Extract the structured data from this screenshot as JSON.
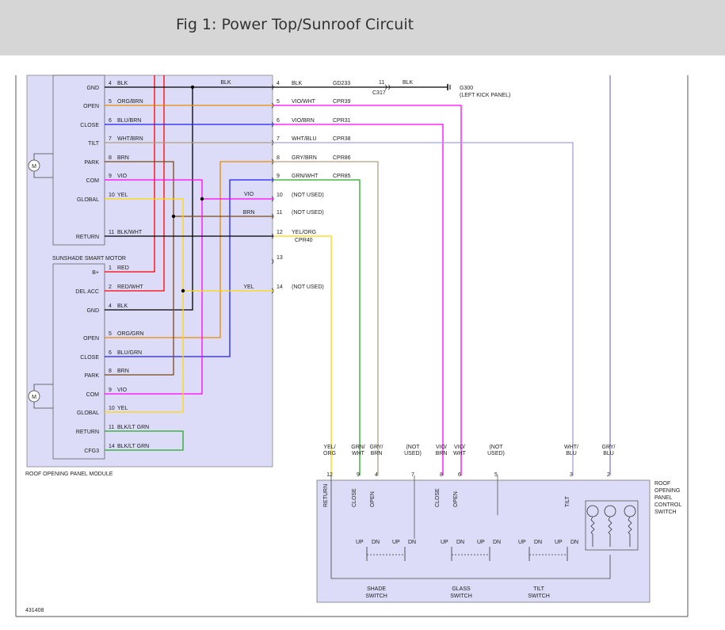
{
  "header": {
    "title": "Fig 1: Power Top/Sunroof Circuit"
  },
  "colors": {
    "header_bg": "#d6d6d6",
    "module_fill": "#dcdcf8",
    "wire_BLK": "#000000",
    "wire_RED": "#ff0000",
    "wire_VIO": "#ff00ff",
    "wire_BLU": "#2020ff",
    "wire_YEL": "#ffd800",
    "wire_BRN": "#7a4a14",
    "wire_ORG": "#e88a00",
    "wire_GRN": "#22aa22",
    "wire_GRYBRN": "#b0a080",
    "wire_WHTBLU": "#a0a0e0"
  },
  "diagram": {
    "module_label": "ROOF OPENING PANEL MODULE",
    "figure_id": "431408",
    "motor_symbol": "M",
    "motor2_label": "SUNSHADE SMART MOTOR",
    "motor1_pins": [
      {
        "name": "GND",
        "num": "4",
        "color": "BLK"
      },
      {
        "name": "OPEN",
        "num": "5",
        "color": "ORG/BRN"
      },
      {
        "name": "CLOSE",
        "num": "6",
        "color": "BLU/BRN"
      },
      {
        "name": "TILT",
        "num": "7",
        "color": "WHT/BRN"
      },
      {
        "name": "PARK",
        "num": "8",
        "color": "BRN"
      },
      {
        "name": "COM",
        "num": "9",
        "color": "VIO"
      },
      {
        "name": "GLOBAL",
        "num": "10",
        "color": "YEL"
      },
      {
        "name": "RETURN",
        "num": "11",
        "color": "BLK/WHT"
      }
    ],
    "motor2_pins": [
      {
        "name": "B+",
        "num": "1",
        "color": "RED"
      },
      {
        "name": "DEL ACC",
        "num": "2",
        "color": "RED/WHT"
      },
      {
        "name": "GND",
        "num": "4",
        "color": "BLK"
      },
      {
        "name": "OPEN",
        "num": "5",
        "color": "ORG/GRN"
      },
      {
        "name": "CLOSE",
        "num": "6",
        "color": "BLU/GRN"
      },
      {
        "name": "PARK",
        "num": "8",
        "color": "BRN"
      },
      {
        "name": "COM",
        "num": "9",
        "color": "VIO"
      },
      {
        "name": "GLOBAL",
        "num": "10",
        "color": "YEL"
      },
      {
        "name": "RETURN",
        "num": "11",
        "color": "BLK/LT GRN"
      },
      {
        "name": "CFG3",
        "num": "14",
        "color": "BLK/LT GRN"
      }
    ],
    "splice_labels": {
      "blk": "BLK",
      "vio": "VIO",
      "brn": "BRN",
      "yel": "YEL"
    },
    "connector_pins": [
      {
        "num": "4",
        "color": "BLK",
        "circuit": "GD233"
      },
      {
        "num": "5",
        "color": "VIO/WHT",
        "circuit": "CPR39"
      },
      {
        "num": "6",
        "color": "VIO/BRN",
        "circuit": "CPR31"
      },
      {
        "num": "7",
        "color": "WHT/BLU",
        "circuit": "CPR38"
      },
      {
        "num": "8",
        "color": "GRY/BRN",
        "circuit": "CPR86"
      },
      {
        "num": "9",
        "color": "GRN/WHT",
        "circuit": "CPR85"
      },
      {
        "num": "10",
        "color": "(NOT USED)",
        "circuit": ""
      },
      {
        "num": "11",
        "color": "(NOT USED)",
        "circuit": ""
      },
      {
        "num": "12",
        "color": "YEL/ORG",
        "circuit": "CPR40"
      },
      {
        "num": "13",
        "color": "",
        "circuit": ""
      },
      {
        "num": "14",
        "color": "(NOT USED)",
        "circuit": ""
      }
    ],
    "ground": {
      "connector": "C317",
      "pin": "11",
      "color": "BLK",
      "name": "G300",
      "location": "(LEFT KICK PANEL)"
    },
    "switch_label": [
      "ROOF",
      "OPENING",
      "PANEL",
      "CONTROL",
      "SWITCH"
    ],
    "switch_pins": [
      {
        "num": "12",
        "color": [
          "YEL/",
          "ORG"
        ],
        "func": "RETURN"
      },
      {
        "num": "9",
        "color": [
          "GRN/",
          "WHT"
        ],
        "func": "CLOSE"
      },
      {
        "num": "4",
        "color": [
          "GRY/",
          "BRN"
        ],
        "func": "OPEN"
      },
      {
        "num": "7",
        "color": [
          "(NOT",
          "USED)"
        ],
        "func": ""
      },
      {
        "num": "8",
        "color": [
          "VIO/",
          "BRN"
        ],
        "func": "CLOSE"
      },
      {
        "num": "6",
        "color": [
          "VIO/",
          "WHT"
        ],
        "func": "OPEN"
      },
      {
        "num": "5",
        "color": [
          "(NOT",
          "USED)"
        ],
        "func": ""
      },
      {
        "num": "3",
        "color": [
          "WHT/",
          "BLU"
        ],
        "func": "TILT"
      },
      {
        "num": "2",
        "color": [
          "GRY/",
          "BLU"
        ],
        "func": ""
      }
    ],
    "switch_groups": [
      {
        "name": [
          "SHADE",
          "SWITCH"
        ],
        "up": "UP",
        "dn": "DN"
      },
      {
        "name": [
          "GLASS",
          "SWITCH"
        ],
        "up": "UP",
        "dn": "DN"
      },
      {
        "name": [
          "TILT",
          "SWITCH"
        ],
        "up": "UP",
        "dn": "DN"
      }
    ]
  }
}
